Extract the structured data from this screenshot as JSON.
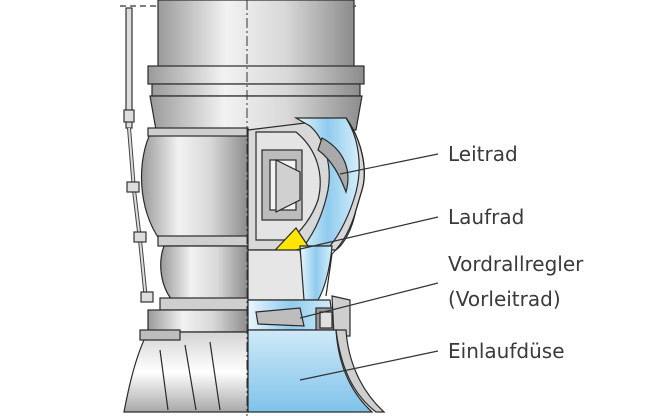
{
  "diagram": {
    "labels": {
      "leitrad": "Leitrad",
      "laufrad": "Laufrad",
      "vordrallregler": "Vordrallregler",
      "vorleitrad": "(Vorleitrad)",
      "einlaufduese": "Einlaufdüse"
    },
    "colors": {
      "metal_light": "#e6e6e6",
      "metal_mid": "#b4b4b4",
      "metal_dark": "#7a7a7a",
      "outline": "#2a2a2a",
      "water_light": "#e8f4fb",
      "water_blue": "#7fc3ea",
      "impeller_yellow": "#ffe600",
      "label_text": "#3a3a3a"
    }
  }
}
